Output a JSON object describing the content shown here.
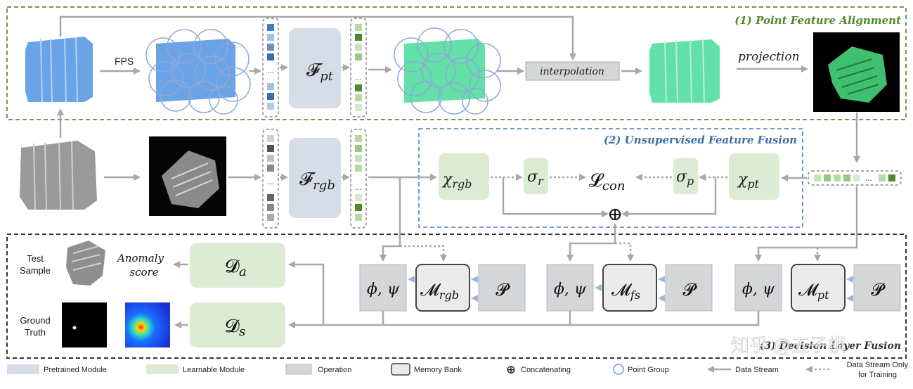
{
  "sections": {
    "point_alignment": "(1) Point Feature Alignment",
    "feature_fusion": "(2) Unsupervised Feature Fusion",
    "decision_fusion": "(3) Decision Layer Fusion"
  },
  "labels": {
    "fps": "FPS",
    "interpolation": "interpolation",
    "projection": "projection",
    "f_pt": "𝓕",
    "f_pt_sub": "pt",
    "f_rgb": "𝓕",
    "f_rgb_sub": "rgb",
    "chi_rgb": "χ",
    "chi_rgb_sub": "rgb",
    "chi_pt": "χ",
    "chi_pt_sub": "pt",
    "sigma_r": "σ",
    "sigma_r_sub": "r",
    "sigma_p": "σ",
    "sigma_p_sub": "p",
    "l_con": "𝓛",
    "l_con_sub": "con",
    "concat": "⊕",
    "phi_psi": "ϕ, ψ",
    "m_rgb": "𝓜",
    "m_rgb_sub": "rgb",
    "m_fs": "𝓜",
    "m_fs_sub": "fs",
    "m_pt": "𝓜",
    "m_pt_sub": "pt",
    "p": "𝓟",
    "d_a": "𝓓",
    "d_a_sub": "a",
    "d_s": "𝓓",
    "d_s_sub": "s",
    "anomaly_score_1": "Anomaly",
    "anomaly_score_2": "score",
    "test_sample_1": "Test",
    "test_sample_2": "Sample",
    "ground_truth_1": "Ground",
    "ground_truth_2": "Truth",
    "dots": "..."
  },
  "legend": {
    "pretrained": "Pretrained Module",
    "learnable": "Learnable Module",
    "operation": "Operation",
    "memory_bank": "Memory Bank",
    "concatenating": "Concatenating",
    "point_group": "Point Group",
    "data_stream": "Data Stream",
    "data_stream_training_1": "Data Stream Only",
    "data_stream_training_2": "for Training"
  },
  "watermark": "知乎 @五子棋",
  "colors": {
    "pretrained": "#d6dde8",
    "learnable": "#dcebd4",
    "operation": "#d4d6d8",
    "arrow": "#a8a8a8",
    "green_border": "#6f9a4a",
    "blue_border": "#4d7fb0",
    "green_text": "#4e8a2a",
    "blue_text": "#3d6fa3",
    "point_blue": "#6aa3e6",
    "point_green": "#62e0a8"
  }
}
